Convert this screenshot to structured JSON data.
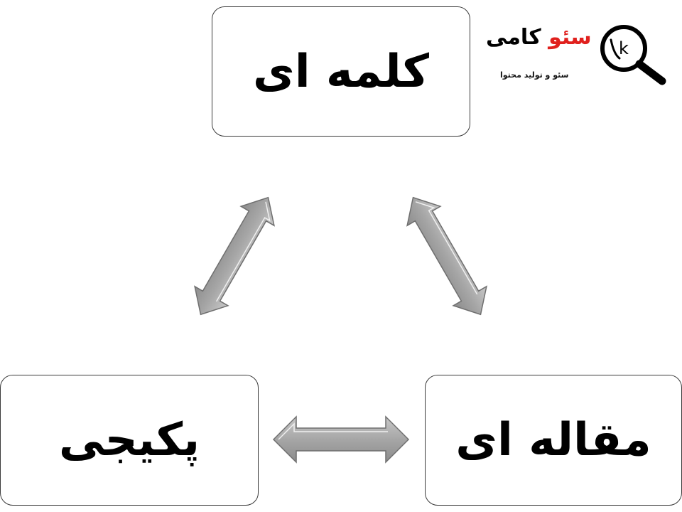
{
  "nodes": {
    "top": "کلمه ای",
    "left": "پکیجی",
    "right": "مقاله ای"
  },
  "logo": {
    "title_black": "کامی",
    "title_red": "سئو",
    "subtitle": "سئو و تولید محتوا",
    "icon_letter": "k",
    "icon": "magnifier-icon",
    "accent_color": "#e0201d"
  },
  "connectors": [
    {
      "from": "top",
      "to": "left",
      "type": "double-arrow"
    },
    {
      "from": "top",
      "to": "right",
      "type": "double-arrow"
    },
    {
      "from": "left",
      "to": "right",
      "type": "double-arrow"
    }
  ],
  "colors": {
    "arrow_fill": "#a9a9a9",
    "arrow_stroke": "#6f6f6f",
    "box_border": "#3a3a3a"
  }
}
